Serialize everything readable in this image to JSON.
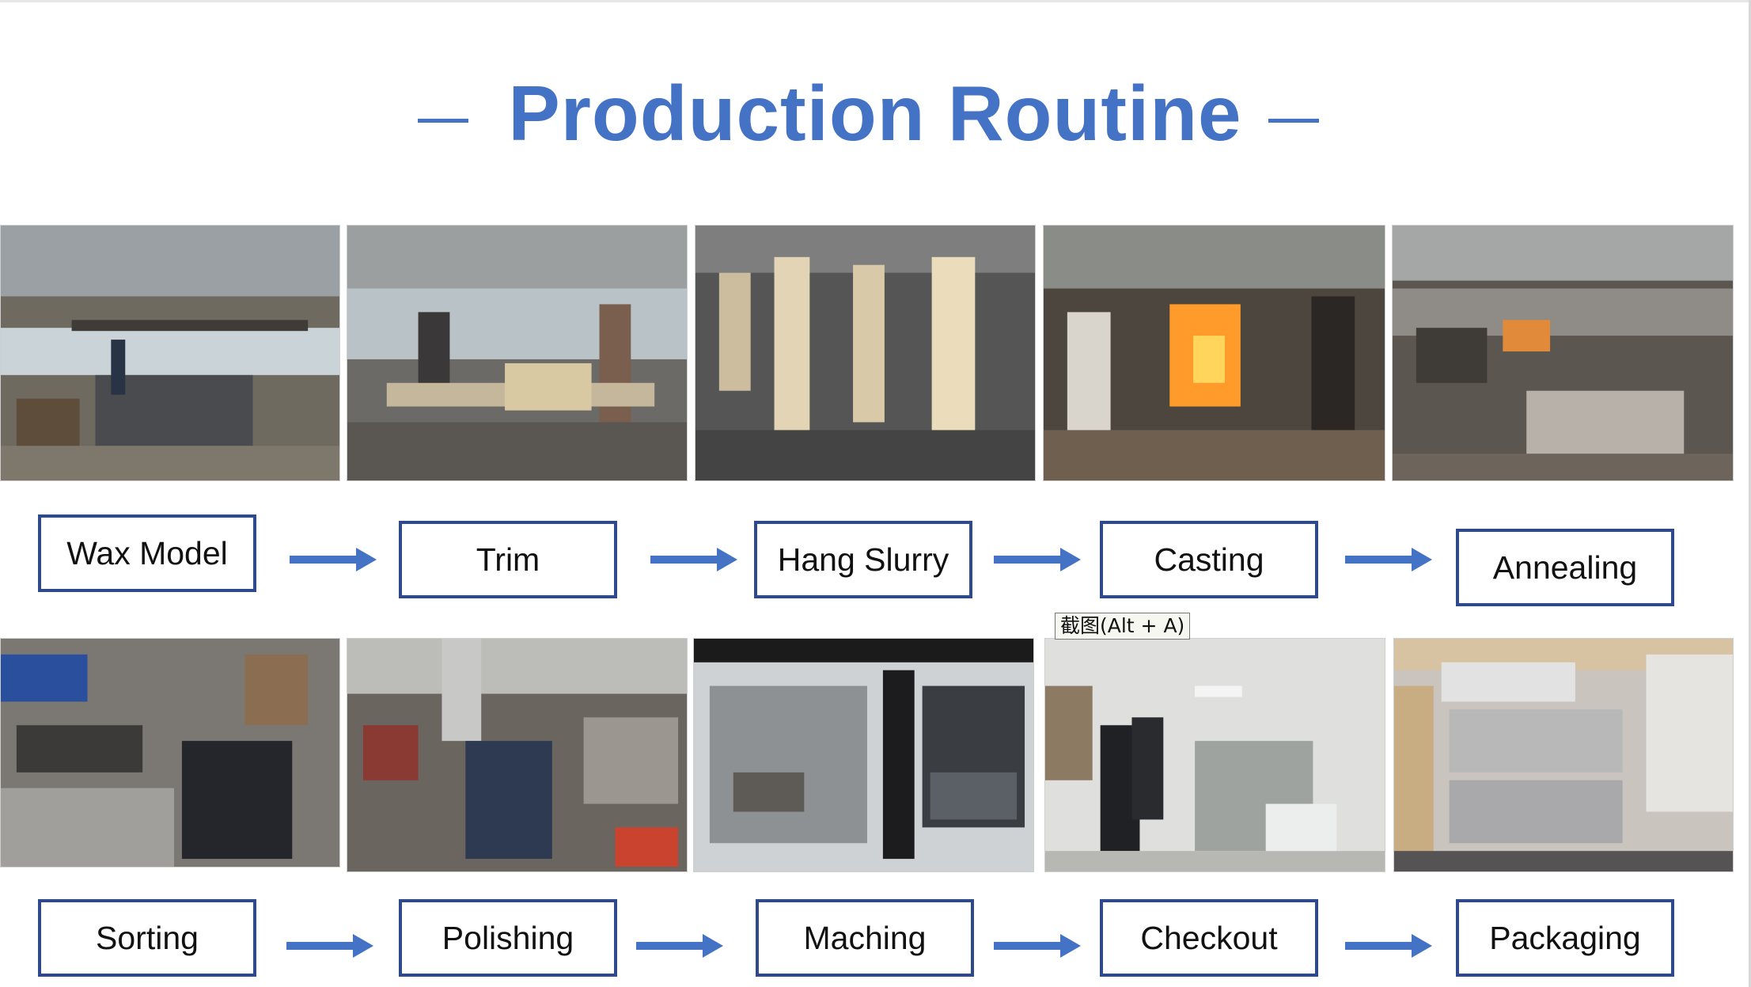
{
  "title": "Production Routine",
  "colors": {
    "accent": "#4472c4",
    "box_border": "#2e4a8c"
  },
  "tooltip": "截图(Alt + A)",
  "steps_row1": [
    {
      "label": "Wax Model",
      "photo": "wax-model-photo"
    },
    {
      "label": "Trim",
      "photo": "trim-photo"
    },
    {
      "label": "Hang Slurry",
      "photo": "hang-slurry-photo"
    },
    {
      "label": "Casting",
      "photo": "casting-photo"
    },
    {
      "label": "Annealing",
      "photo": "annealing-photo"
    }
  ],
  "steps_row2": [
    {
      "label": "Sorting",
      "photo": "sorting-photo"
    },
    {
      "label": "Polishing",
      "photo": "polishing-photo"
    },
    {
      "label": "Maching",
      "photo": "maching-photo"
    },
    {
      "label": "Checkout",
      "photo": "checkout-photo"
    },
    {
      "label": "Packaging",
      "photo": "packaging-photo"
    }
  ]
}
